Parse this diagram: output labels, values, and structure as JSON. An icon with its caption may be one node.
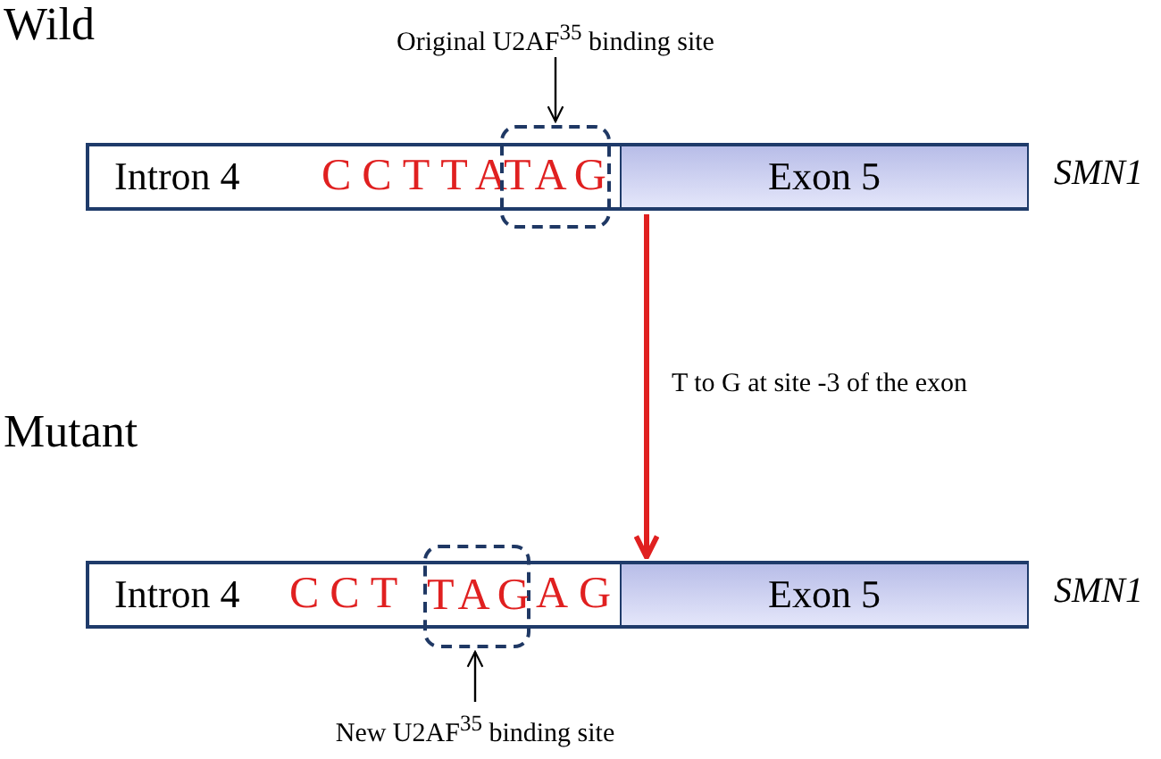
{
  "diagram": {
    "nodes": [
      {
        "text": [
          "Wild"
        ],
        "beside": [
          "SMN1"
        ]
      },
      {
        "text": [
          "Intron 4",
          "CCTTA"
        ],
        "in": 0
      },
      {
        "text": [
          "TAG"
        ]
      },
      {
        "text": [
          "Exon 5"
        ],
        "in": 0
      },
      {
        "text": [
          "Original U2AF$^{35}$ binding site"
        ]
      },
      {
        "text": [
          "Mutant"
        ],
        "beside": [
          "SMN1"
        ]
      },
      {
        "text": [
          "Intron 4",
          "CCT",
          "AG"
        ],
        "in": 5
      },
      {
        "text": [
          "TAG"
        ]
      },
      {
        "text": [
          "Exon 5"
        ],
        "in": 5
      },
      {
        "text": [
          "New U2AF$^{35}$ binding site"
        ]
      }
    ],
    "edges": [
      {
        "from": 4,
        "to": 2,
        "arrow": "to"
      },
      {
        "from": 0,
        "to": 5,
        "arrow": "to",
        "label": "T to G at site -3 of the exon",
        "style": "thick",
        "color": "#e02020"
      },
      {
        "from": 9,
        "to": 7,
        "arrow": "to"
      }
    ]
  }
}
